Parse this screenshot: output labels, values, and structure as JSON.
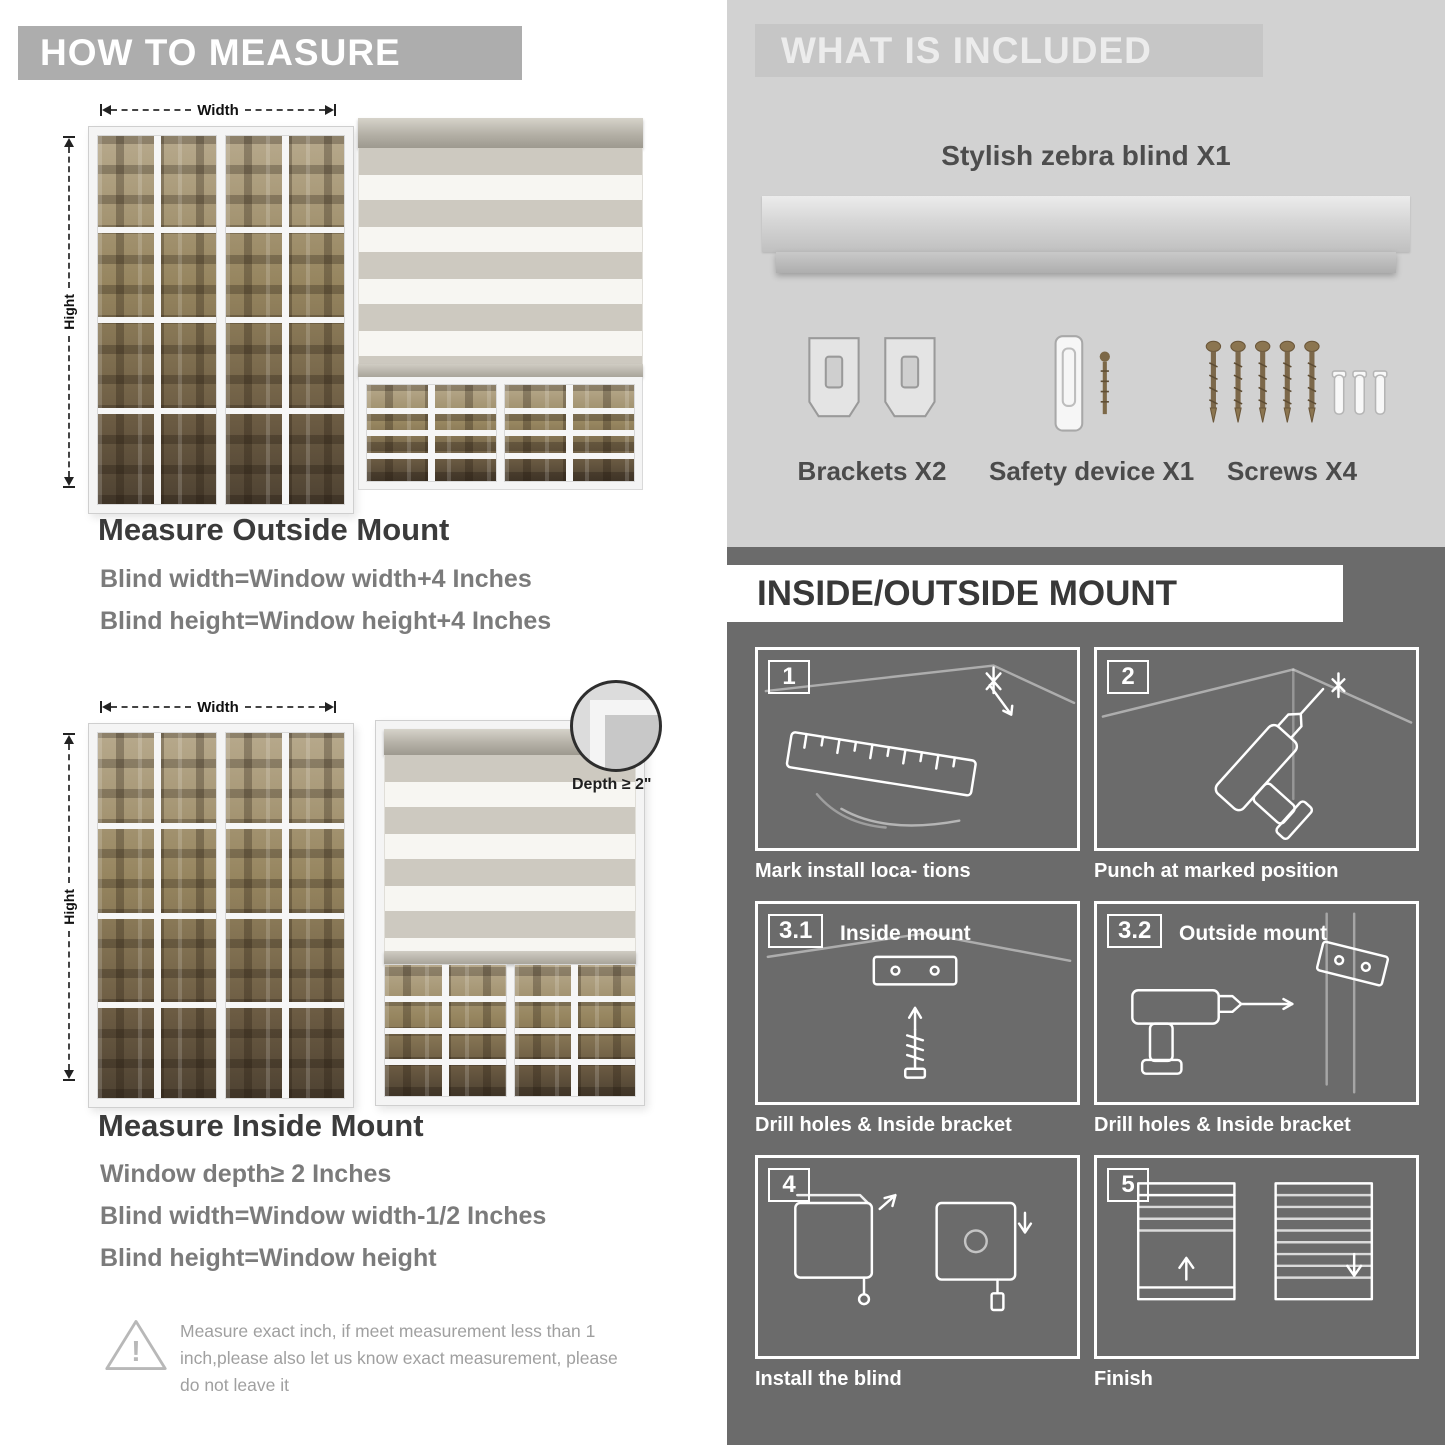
{
  "left": {
    "header": "HOW TO MEASURE",
    "outside": {
      "width_label": "Width",
      "height_label": "Hight",
      "title": "Measure Outside Mount",
      "lines": [
        "Blind width=Window width+4 Inches",
        "Blind height=Window height+4 Inches"
      ]
    },
    "inside": {
      "width_label": "Width",
      "height_label": "Hight",
      "depth_label": "Depth ≥ 2\"",
      "title": "Measure Inside Mount",
      "lines": [
        "Window depth≥ 2 Inches",
        "Blind width=Window width-1/2 Inches",
        "Blind height=Window height"
      ]
    },
    "warning": {
      "mark": "!",
      "text": "Measure exact inch, if meet measurement less than 1 inch,please also let us know exact measurement, please do not leave it"
    }
  },
  "included": {
    "header": "WHAT IS INCLUDED",
    "product_title": "Stylish zebra blind X1",
    "items": [
      {
        "label": "Brackets X2"
      },
      {
        "label": "Safety device X1"
      },
      {
        "label": "Screws X4"
      }
    ]
  },
  "mount": {
    "header": "INSIDE/OUTSIDE MOUNT",
    "steps": [
      {
        "num": "1",
        "title": "",
        "caption": "Mark install loca- tions"
      },
      {
        "num": "2",
        "title": "",
        "caption": "Punch at  marked position"
      },
      {
        "num": "3.1",
        "title": "Inside mount",
        "caption": "Drill holes &  Inside bracket"
      },
      {
        "num": "3.2",
        "title": "Outside mount",
        "caption": "Drill holes &  Inside bracket"
      },
      {
        "num": "4",
        "title": "",
        "caption": "Install the blind"
      },
      {
        "num": "5",
        "title": "",
        "caption": "Finish"
      }
    ]
  },
  "colors": {
    "light_panel": "#d2d2d2",
    "dark_panel": "#6b6b6b",
    "banner_gray": "#adadad",
    "text_dark": "#3b3b3b",
    "text_gray": "#7b7b7b"
  }
}
